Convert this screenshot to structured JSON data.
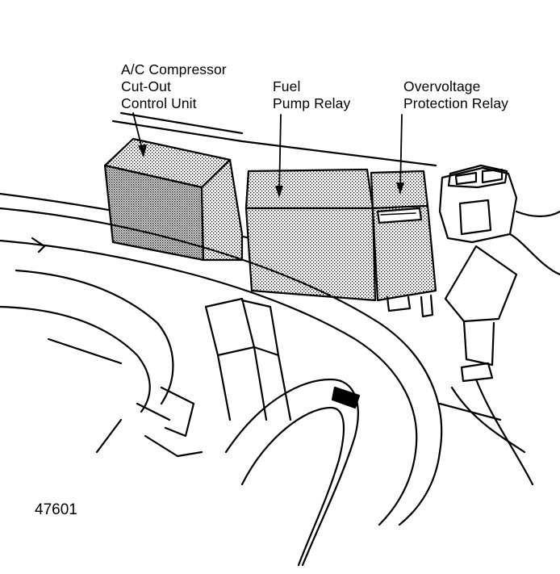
{
  "labels": {
    "ac_compressor": [
      "A/C Compressor",
      "Cut-Out",
      "Control Unit"
    ],
    "fuel_pump": [
      "Fuel",
      "Pump Relay"
    ],
    "overvoltage": [
      "Overvoltage",
      "Protection Relay"
    ]
  },
  "figure_number": "47601",
  "colors": {
    "ink": "#000000",
    "paper": "#ffffff"
  }
}
